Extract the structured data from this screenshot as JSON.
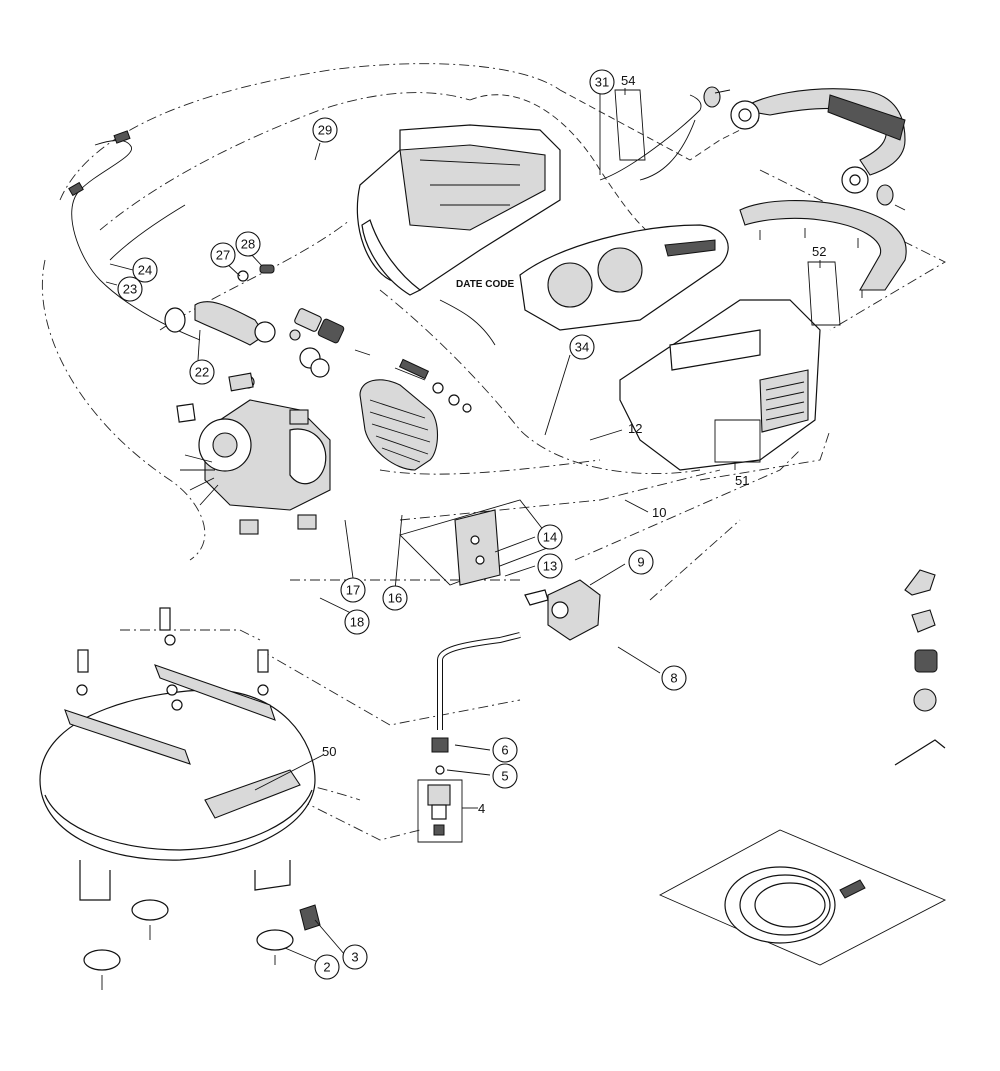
{
  "diagram": {
    "date_code_label": "DATE CODE",
    "callouts": [
      {
        "id": "c2",
        "label": "2",
        "circled": true
      },
      {
        "id": "c3",
        "label": "3",
        "circled": true
      },
      {
        "id": "c4",
        "label": "4",
        "circled": false
      },
      {
        "id": "c5",
        "label": "5",
        "circled": true
      },
      {
        "id": "c6",
        "label": "6",
        "circled": true
      },
      {
        "id": "c8",
        "label": "8",
        "circled": true
      },
      {
        "id": "c9",
        "label": "9",
        "circled": true
      },
      {
        "id": "c10",
        "label": "10",
        "circled": false
      },
      {
        "id": "c12",
        "label": "12",
        "circled": false
      },
      {
        "id": "c13",
        "label": "13",
        "circled": true
      },
      {
        "id": "c14",
        "label": "14",
        "circled": true
      },
      {
        "id": "c16",
        "label": "16",
        "circled": true
      },
      {
        "id": "c17",
        "label": "17",
        "circled": true
      },
      {
        "id": "c18",
        "label": "18",
        "circled": true
      },
      {
        "id": "c22",
        "label": "22",
        "circled": true
      },
      {
        "id": "c23",
        "label": "23",
        "circled": true
      },
      {
        "id": "c24",
        "label": "24",
        "circled": true
      },
      {
        "id": "c27",
        "label": "27",
        "circled": true
      },
      {
        "id": "c28",
        "label": "28",
        "circled": true
      },
      {
        "id": "c29",
        "label": "29",
        "circled": true
      },
      {
        "id": "c31",
        "label": "31",
        "circled": true
      },
      {
        "id": "c34",
        "label": "34",
        "circled": true
      },
      {
        "id": "c50",
        "label": "50",
        "circled": false
      },
      {
        "id": "c51",
        "label": "51",
        "circled": false
      },
      {
        "id": "c52",
        "label": "52",
        "circled": false
      },
      {
        "id": "c54",
        "label": "54",
        "circled": false
      }
    ]
  }
}
